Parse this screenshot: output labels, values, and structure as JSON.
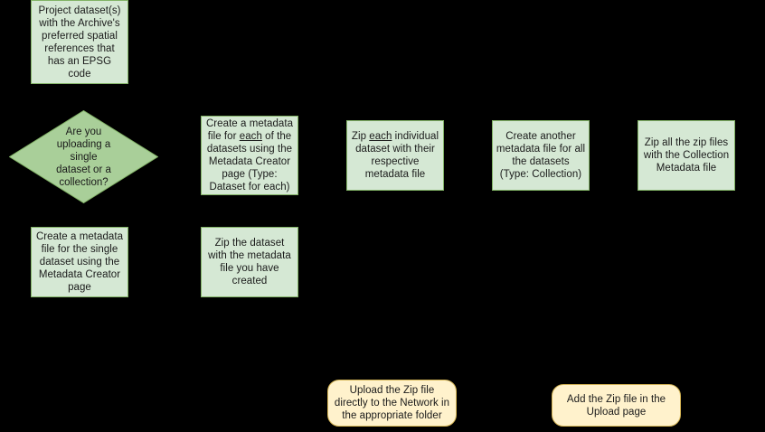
{
  "diagram": {
    "title": "Dataset upload workflow flowchart",
    "background_color": "#000000",
    "process_fill": "#d5e8d4",
    "process_stroke": "#82b366",
    "decision_fill": "#a9cf99",
    "decision_stroke": "#82b366",
    "terminal_fill": "#fff2cc",
    "terminal_stroke": "#d6b656",
    "text_color": "#1a1a1a"
  },
  "nodes": {
    "project_datasets": {
      "text": "Project dataset(s)\nwith the Archive's\npreferred spatial\nreferences that\nhas an EPSG\ncode",
      "shape": "process"
    },
    "decision_single_or_collection": {
      "text": "Are you\nuploading a\nsingle\ndataset or a\ncollection?",
      "shape": "decision"
    },
    "create_metadata_each": {
      "text_before": "Create a metadata\nfile for ",
      "text_underline": "each",
      "text_after": " of the\ndatasets using the\nMetadata Creator\npage (Type:\nDataset for each)",
      "text": "Create a metadata file for each of the datasets using the Metadata Creator page (Type: Dataset for each)",
      "shape": "process"
    },
    "zip_each_individual": {
      "text_before": "Zip ",
      "text_underline": "each",
      "text_after": " individual\ndataset with their\nrespective\nmetadata file",
      "text": "Zip each individual dataset with their respective metadata file",
      "shape": "process"
    },
    "create_collection_metadata": {
      "text": "Create another\nmetadata file for all\nthe datasets\n(Type: Collection)",
      "shape": "process"
    },
    "zip_all_zip_files": {
      "text": "Zip all the zip files\nwith the Collection\nMetadata file",
      "shape": "process"
    },
    "create_metadata_single": {
      "text": "Create a metadata\nfile for the single\ndataset using the\nMetadata Creator\npage",
      "shape": "process"
    },
    "zip_dataset_with_metadata": {
      "text": "Zip the dataset\nwith the metadata\nfile you have\ncreated",
      "shape": "process"
    },
    "upload_zip_network": {
      "text": "Upload the Zip file\ndirectly to the Network in\nthe appropriate folder",
      "shape": "rounded"
    },
    "add_zip_upload_page": {
      "text": "Add the Zip file in the\nUpload page",
      "shape": "rounded"
    }
  }
}
